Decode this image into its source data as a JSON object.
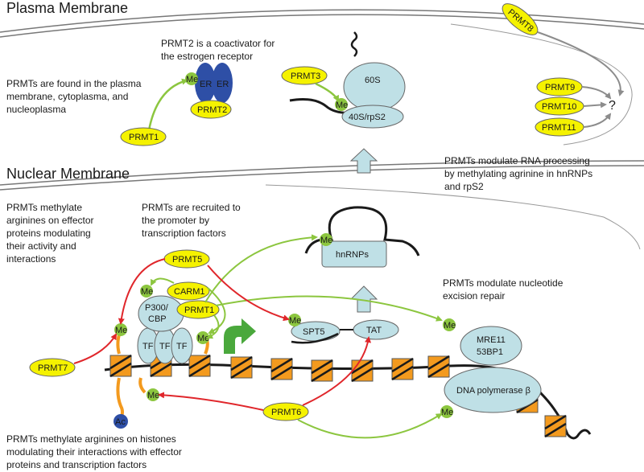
{
  "headings": {
    "plasma": "Plasma Membrane",
    "nuclear": "Nuclear Membrane"
  },
  "notes": {
    "locations": [
      "PRMTs are found in the plasma",
      "membrane, cytoplasma, and",
      "nucleoplasma"
    ],
    "coactivator": [
      "PRMT2 is a coactivator for",
      "the estrogen receptor"
    ],
    "rna": [
      "PRMTs modulate RNA processing",
      "by methylating agrinine in hnRNPs",
      "and rpS2"
    ],
    "effector": [
      "PRMTs methylate",
      "arginines on effector",
      "proteins modulating",
      "their activity and",
      "interactions"
    ],
    "recruited": [
      "PRMTs are recruited to",
      "the promoter by",
      "transcription factors"
    ],
    "repair": [
      "PRMTs modulate nucleotide",
      "excision repair"
    ],
    "histones": [
      "PRMTs methylate arginines on histones",
      "modulating their interactions with effector",
      "proteins and transcription factors"
    ]
  },
  "enzymes": {
    "prmt1_cyto": "PRMT1",
    "prmt2": "PRMT2",
    "prmt3": "PRMT3",
    "prmt8": "PRMT8",
    "prmt9": "PRMT9",
    "prmt10": "PRMT10",
    "prmt11": "PRMT11",
    "prmt5": "PRMT5",
    "carm1": "CARM1",
    "prmt1_nuc": "PRMT1",
    "prmt7": "PRMT7",
    "prmt6": "PRMT6"
  },
  "substrates": {
    "er": "ER",
    "ribo_60s": "60S",
    "ribo_40s": "40S/rpS2",
    "hnrnps": "hnRNPs",
    "p300_1": "P300/",
    "p300_2": "CBP",
    "tf": "TF",
    "spt5": "SPT5",
    "tat": "TAT",
    "mre11": "MRE11",
    "bp53": "53BP1",
    "dnapol": "DNA polymerase β",
    "ac": "Ac"
  },
  "marks": {
    "me": "Me",
    "question": "?"
  },
  "colors": {
    "enzyme_fill": "#f5f200",
    "substrate_fill": "#bfe0e6",
    "er_fill": "#2e4fa6",
    "me_fill": "#8cc63f",
    "green_arrow": "#8cc63f",
    "red_arrow": "#e0262b",
    "nucleosome": "#f39a1e",
    "grey_arrow": "#8c8c8c"
  }
}
